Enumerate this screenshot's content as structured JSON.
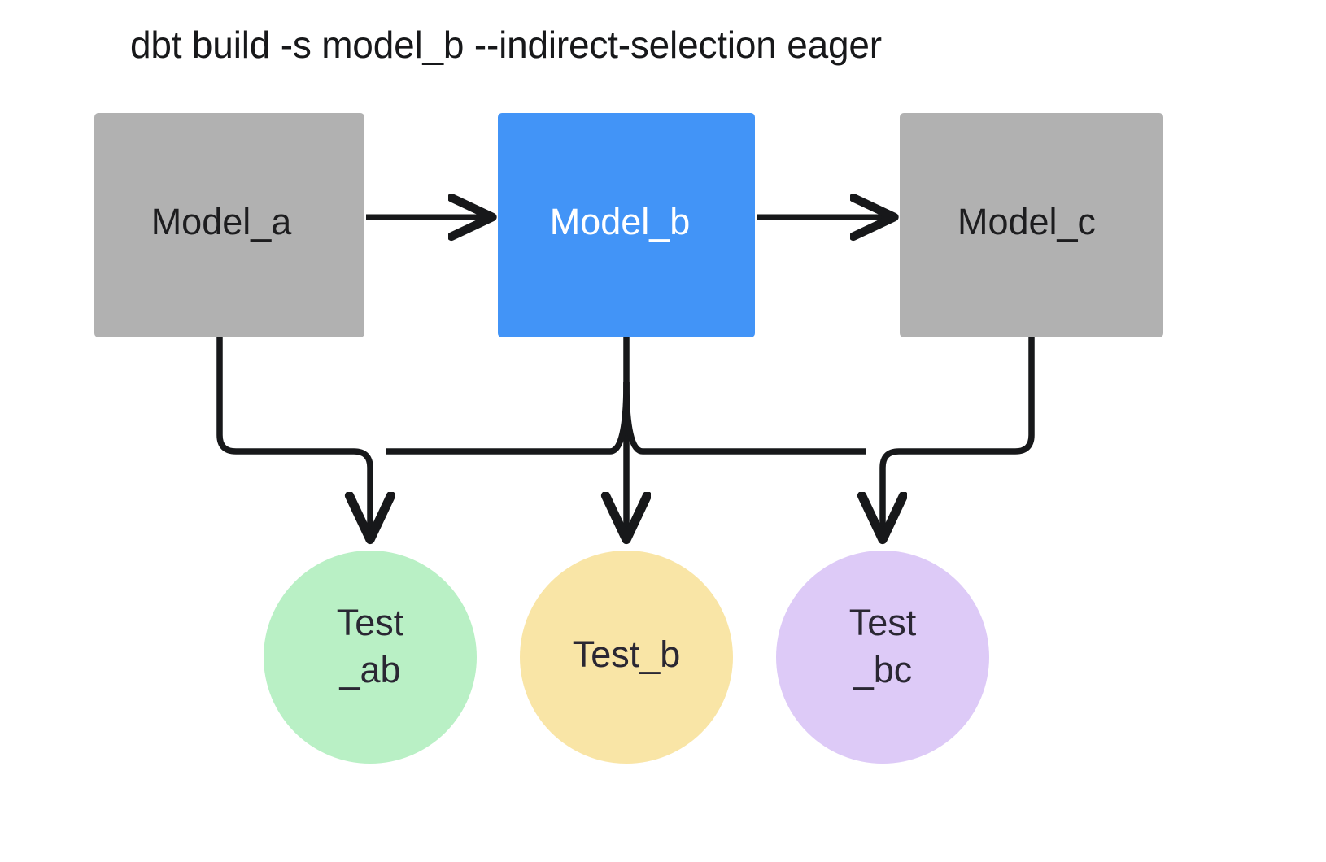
{
  "title": "dbt build -s model_b --indirect-selection eager",
  "diagram": {
    "type": "dag",
    "description": "dbt DAG showing three models and three tests with indirect selection",
    "colors": {
      "background": "#ffffff",
      "model_default_fill": "#b1b1b1",
      "model_selected_fill": "#4294f7",
      "model_default_text": "#1d1d1f",
      "model_selected_text": "#ffffff",
      "test_ab_fill": "#b9f0c5",
      "test_b_fill": "#f9e5a6",
      "test_bc_fill": "#ddcaf7",
      "test_text": "#2a2733",
      "edge_stroke": "#17181a"
    },
    "models": [
      {
        "id": "model_a",
        "label": "Model_a",
        "selected": false
      },
      {
        "id": "model_b",
        "label": "Model_b",
        "selected": true
      },
      {
        "id": "model_c",
        "label": "Model_c",
        "selected": false
      }
    ],
    "tests": [
      {
        "id": "test_ab",
        "label": "Test\n_ab",
        "line1": "Test",
        "line2": "_ab"
      },
      {
        "id": "test_b",
        "label": "Test_b",
        "line1": "Test_b",
        "line2": ""
      },
      {
        "id": "test_bc",
        "label": "Test\n_bc",
        "line1": "Test",
        "line2": "_bc"
      }
    ],
    "edges": [
      {
        "from": "model_a",
        "to": "model_b",
        "kind": "model-to-model"
      },
      {
        "from": "model_b",
        "to": "model_c",
        "kind": "model-to-model"
      },
      {
        "from": "model_a",
        "to": "test_ab",
        "kind": "model-to-test"
      },
      {
        "from": "model_b",
        "to": "test_ab",
        "kind": "model-to-test"
      },
      {
        "from": "model_b",
        "to": "test_b",
        "kind": "model-to-test"
      },
      {
        "from": "model_b",
        "to": "test_bc",
        "kind": "model-to-test"
      },
      {
        "from": "model_c",
        "to": "test_bc",
        "kind": "model-to-test"
      }
    ]
  }
}
